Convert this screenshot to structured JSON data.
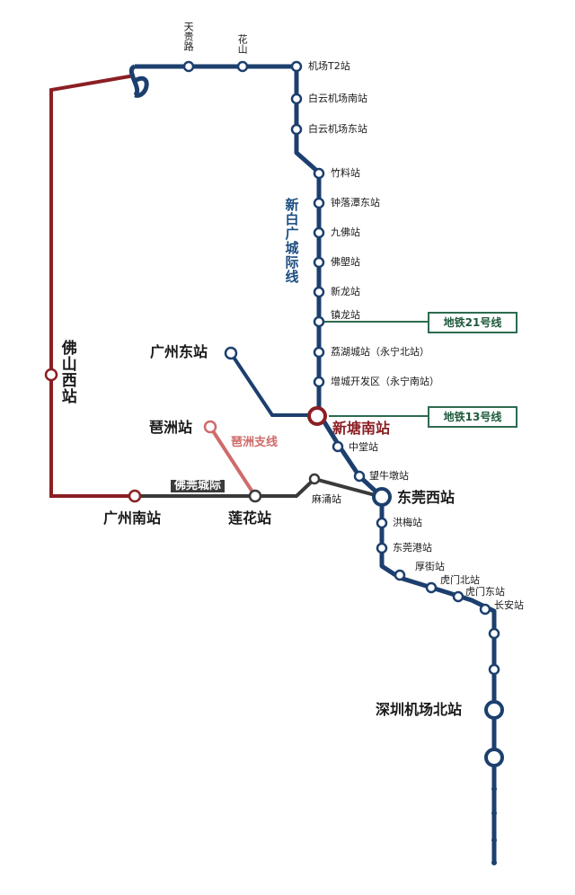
{
  "lines": {
    "xinbai": "新白广城际线",
    "foguan": "佛莞城际",
    "pizhou_branch": "琶洲支线",
    "foshan_west": "佛山西站"
  },
  "stations": {
    "tianguilu": "天贵路",
    "huashan": "花山",
    "airport_t2": "机场T2站",
    "baiyun_south": "白云机场南站",
    "baiyun_east": "白云机场东站",
    "zhuliao": "竹料站",
    "zhongluotan_east": "钟落潭东站",
    "jiufo": "九佛站",
    "fosu": "佛塱站",
    "xinlong": "新龙站",
    "zhenlong": "镇龙站",
    "lihucheng": "荔湖城站（永宁北站）",
    "zengcheng_dev": "增城开发区（永宁南站）",
    "guangzhou_east": "广州东站",
    "pazhou": "琶洲站",
    "xintang_south": "新塘南站",
    "zhongtang": "中堂站",
    "wangniudun": "望牛墩站",
    "machong": "麻涌站",
    "dongguan_west": "东莞西站",
    "guangzhou_south": "广州南站",
    "lianhua": "莲花站",
    "hongmei": "洪梅站",
    "dongguangang": "东莞港站",
    "houjie": "厚街站",
    "humen_north": "虎门北站",
    "humen_east": "虎门东站",
    "changan": "长安站",
    "shenzhen_airport_north": "深圳机场北站"
  },
  "transfers": {
    "metro21": "地铁21号线",
    "metro13": "地铁13号线"
  },
  "colors": {
    "blue_line": "#1c3f6e",
    "red_line": "#8b1f24",
    "pink_line": "#d06b6b",
    "gray_line": "#3a3a3a",
    "green_box": "#2e6b4f"
  }
}
